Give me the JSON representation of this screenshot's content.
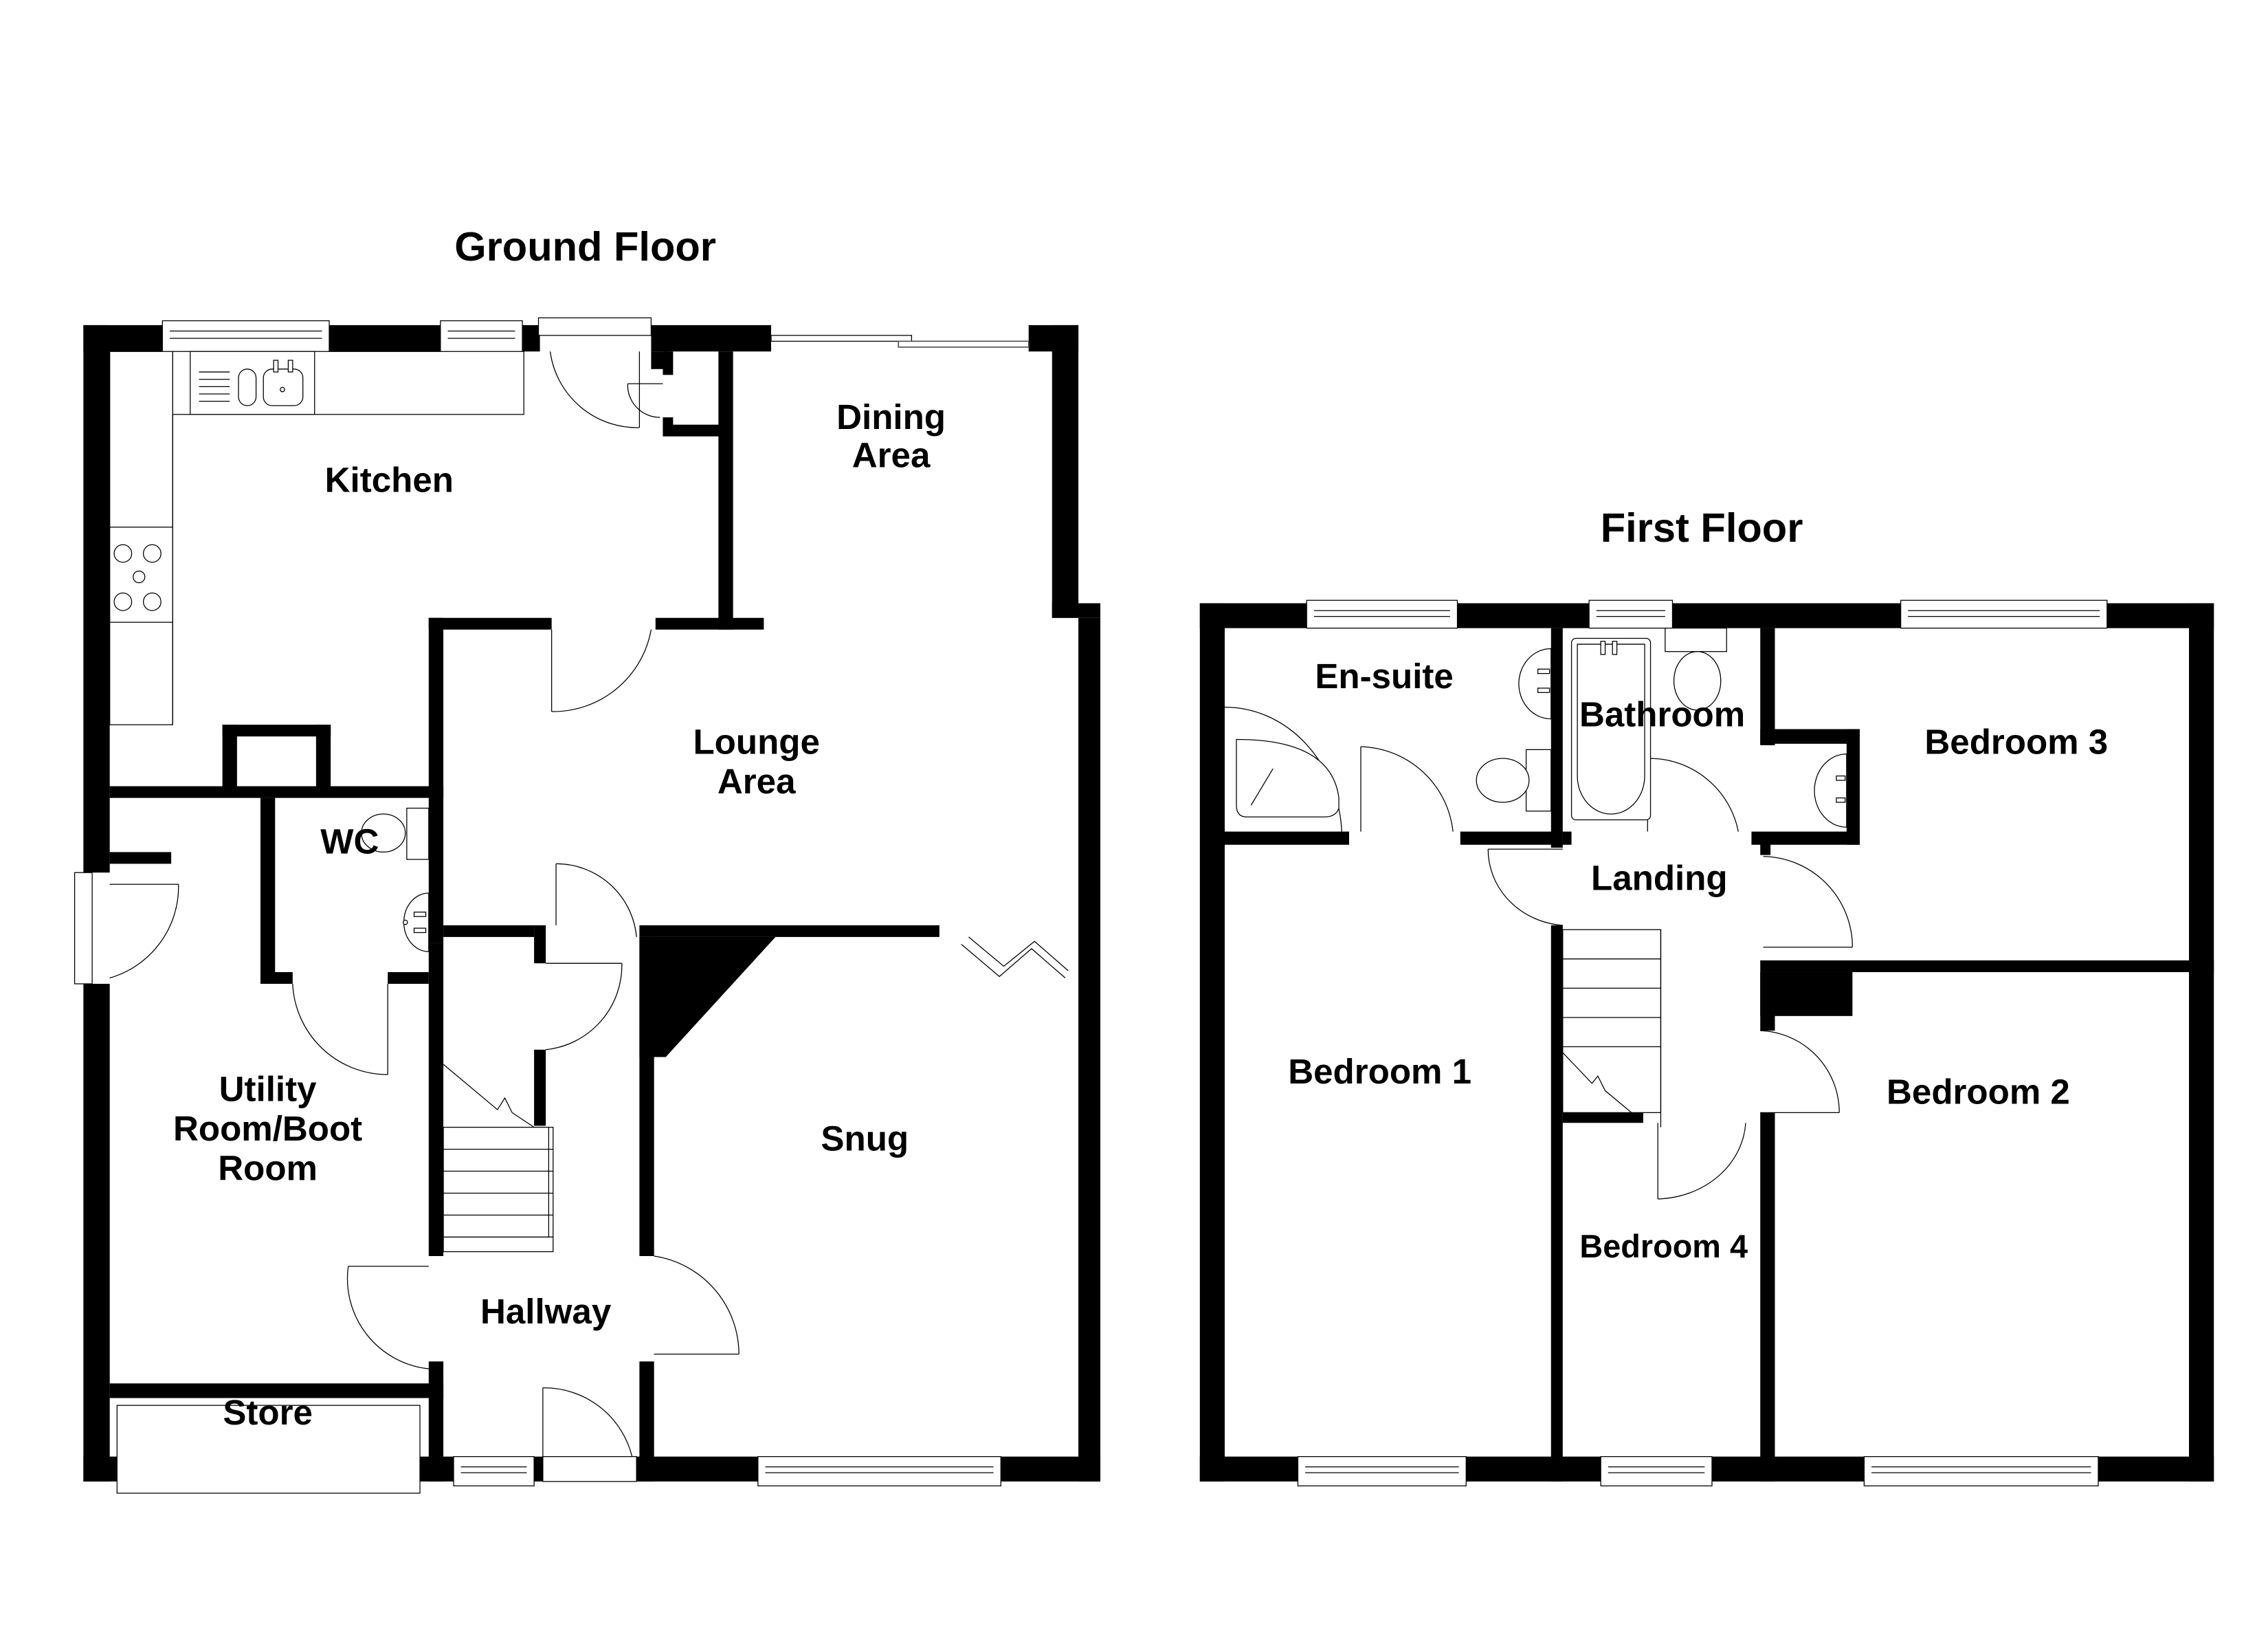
{
  "ground_floor": {
    "title": "Ground Floor",
    "rooms": {
      "kitchen": "Kitchen",
      "dining_l1": "Dining",
      "dining_l2": "Area",
      "lounge_l1": "Lounge",
      "lounge_l2": "Area",
      "wc": "WC",
      "utility_l1": "Utility",
      "utility_l2": "Room/Boot",
      "utility_l3": "Room",
      "snug": "Snug",
      "hallway": "Hallway",
      "store": "Store"
    }
  },
  "first_floor": {
    "title": "First Floor",
    "rooms": {
      "ensuite": "En-suite",
      "bathroom": "Bathroom",
      "bedroom3": "Bedroom 3",
      "landing": "Landing",
      "bedroom1": "Bedroom 1",
      "bedroom2": "Bedroom 2",
      "bedroom4": "Bedroom 4"
    }
  },
  "colors": {
    "wall": "#000000",
    "background": "#ffffff"
  }
}
